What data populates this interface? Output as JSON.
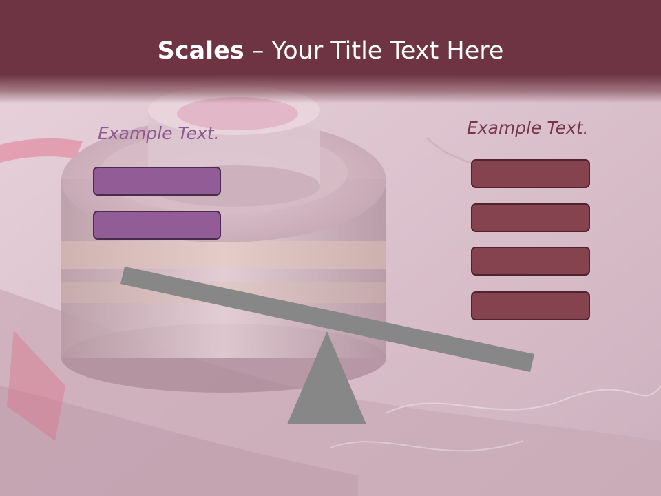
{
  "title": {
    "strong": "Scales",
    "rest": " – Your Title Text Here"
  },
  "left_side": {
    "label": "Example Text.",
    "box_count": 2
  },
  "right_side": {
    "label": "Example Text.",
    "box_count": 4
  },
  "colors": {
    "title_bar": "#6e3443",
    "left_box_fill": "#925c96",
    "right_box_fill": "#85424f",
    "left_label": "#8e5a92",
    "right_label": "#74384a",
    "beam": "#878787"
  }
}
